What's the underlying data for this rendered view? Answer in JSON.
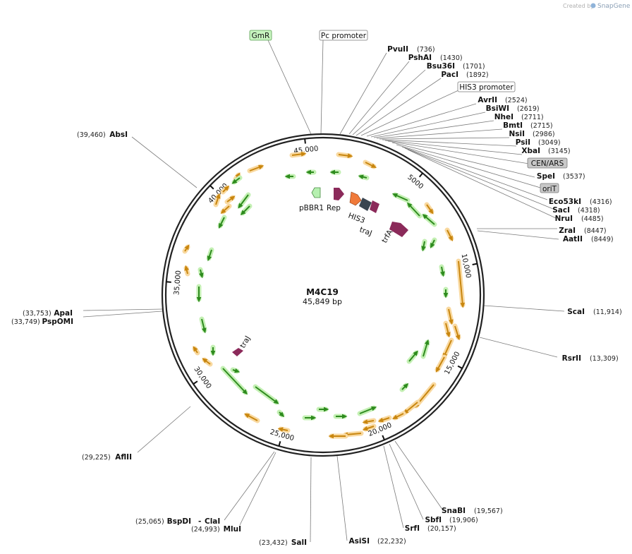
{
  "credit": {
    "prefix": "Created by",
    "brand": "SnapGene"
  },
  "plasmid": {
    "name": "M4C19",
    "size_label": "45,849 bp",
    "length": 45849
  },
  "ticks": [
    {
      "pos": 5000,
      "label": "5000"
    },
    {
      "pos": 10000,
      "label": "10,000"
    },
    {
      "pos": 15000,
      "label": "15,000"
    },
    {
      "pos": 20000,
      "label": "20,000"
    },
    {
      "pos": 25000,
      "label": "25,000"
    },
    {
      "pos": 30000,
      "label": "30,000"
    },
    {
      "pos": 35000,
      "label": "35,000"
    },
    {
      "pos": 40000,
      "label": "40,000"
    },
    {
      "pos": 45000,
      "label": "45,000"
    }
  ],
  "sites": [
    {
      "name": "PvuII",
      "pos": "(736)"
    },
    {
      "name": "PshAI",
      "pos": "(1430)"
    },
    {
      "name": "Bsu36I",
      "pos": "(1701)"
    },
    {
      "name": "PacI",
      "pos": "(1892)"
    },
    {
      "name": "AvrII",
      "pos": "(2524)"
    },
    {
      "name": "BsiWI",
      "pos": "(2619)"
    },
    {
      "name": "NheI",
      "pos": "(2711)"
    },
    {
      "name": "BmtI",
      "pos": "(2715)"
    },
    {
      "name": "NsiI",
      "pos": "(2986)"
    },
    {
      "name": "PsiI",
      "pos": "(3049)"
    },
    {
      "name": "XbaI",
      "pos": "(3145)"
    },
    {
      "name": "SpeI",
      "pos": "(3537)"
    },
    {
      "name": "Eco53kI",
      "pos": "(4316)"
    },
    {
      "name": "SacI",
      "pos": "(4318)"
    },
    {
      "name": "NruI",
      "pos": "(4485)"
    },
    {
      "name": "ZraI",
      "pos": "(8447)"
    },
    {
      "name": "AatII",
      "pos": "(8449)"
    },
    {
      "name": "ScaI",
      "pos": "(11,914)"
    },
    {
      "name": "RsrII",
      "pos": "(13,309)"
    },
    {
      "name": "SnaBI",
      "pos": "(19,567)"
    },
    {
      "name": "SbfI",
      "pos": "(19,906)"
    },
    {
      "name": "SrfI",
      "pos": "(20,157)"
    },
    {
      "name": "AsiSI",
      "pos": "(22,232)"
    },
    {
      "name": "SalI",
      "pos": "(23,432)"
    },
    {
      "name": "MluI",
      "pos": "(24,993)"
    },
    {
      "name": "BspDI",
      "pos": "(25,065)"
    },
    {
      "name": "ClaI",
      "pos": ""
    },
    {
      "name": "AflII",
      "pos": "(29,225)"
    },
    {
      "name": "PspOMI",
      "pos": "(33,749)"
    },
    {
      "name": "ApaI",
      "pos": "(33,753)"
    },
    {
      "name": "AbsI",
      "pos": "(39,460)"
    }
  ],
  "boxed": [
    {
      "name": "GmR",
      "style": "green"
    },
    {
      "name": "Pc promoter",
      "style": "white"
    },
    {
      "name": "HIS3 promoter",
      "style": "white"
    },
    {
      "name": "CEN/ARS",
      "style": "gray"
    },
    {
      "name": "oriT",
      "style": "gray"
    }
  ],
  "features": [
    {
      "name": "pBBR1",
      "color": "#b6f0b0"
    },
    {
      "name": "Rep",
      "color": "#8b2a5a"
    },
    {
      "name": "HIS3",
      "color": "#f07a3a"
    },
    {
      "name": "traJ",
      "color": "#8b2a5a"
    },
    {
      "name": "trfA",
      "color": "#8b2a5a"
    },
    {
      "name": "traJ",
      "color": "#8b2a5a"
    }
  ],
  "colors": {
    "orf_orange": "#c8860f",
    "orf_orange_halo": "#f9d9a0",
    "orf_green": "#2e8b1e",
    "orf_green_halo": "#c4f0b4",
    "backbone": "#222222",
    "cds_purple": "#8b2a5a"
  }
}
